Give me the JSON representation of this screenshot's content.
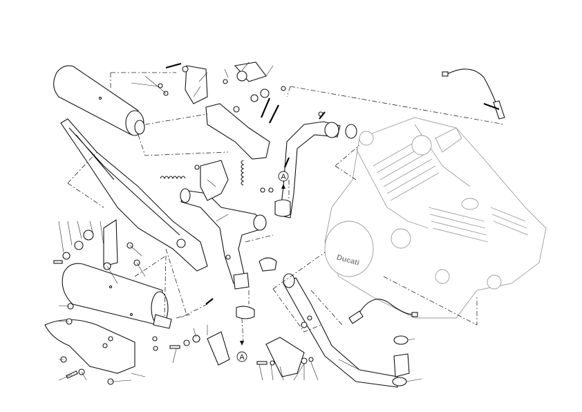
{
  "diagram": {
    "title_visible": false,
    "reference_labels": [
      "A",
      "A"
    ],
    "engine_logo": "Ducati",
    "colors": {
      "parts_line": "#111111",
      "engine_line": "#9a9a9a",
      "background": "#ffffff"
    }
  }
}
